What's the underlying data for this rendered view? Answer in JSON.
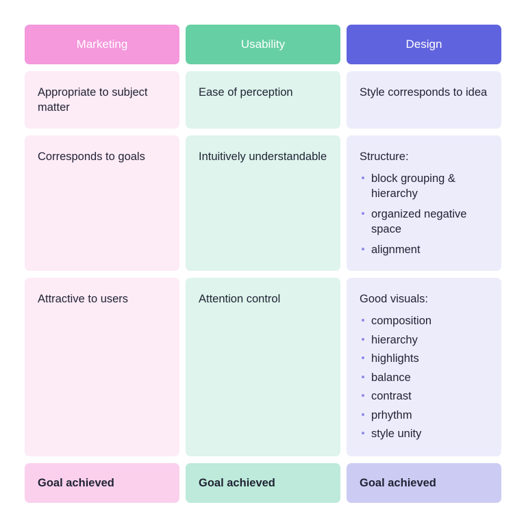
{
  "columns": [
    {
      "key": "marketing",
      "header": "Marketing",
      "header_color": "#f598dc",
      "cell_color": "#fdebf6",
      "footer_color": "#fad0ed"
    },
    {
      "key": "usability",
      "header": "Usability",
      "header_color": "#66cfa3",
      "cell_color": "#def4ec",
      "footer_color": "#bdeada"
    },
    {
      "key": "design",
      "header": "Design",
      "header_color": "#6063de",
      "cell_color": "#edecfb",
      "footer_color": "#cccbf3"
    }
  ],
  "rows": [
    {
      "marketing": "Appropriate to subject matter",
      "usability": "Ease of perception",
      "design": {
        "text": "Style corresponds to idea"
      }
    },
    {
      "marketing": "Corresponds to goals",
      "usability": "Intuitively understandable",
      "design": {
        "text": "Structure:",
        "bullets": [
          "block grouping & hierarchy",
          "organized negative space",
          "alignment"
        ]
      }
    },
    {
      "marketing": "Attractive to users",
      "usability": "Attention control",
      "design": {
        "text": "Good visuals:",
        "bullets": [
          "composition",
          "hierarchy",
          "highlights",
          "balance",
          "contrast",
          "prhythm",
          "style unity"
        ]
      }
    }
  ],
  "footer": {
    "marketing": "Goal achieved",
    "usability": "Goal achieved",
    "design": "Goal achieved"
  },
  "bullet_color": "#8d8ce8"
}
